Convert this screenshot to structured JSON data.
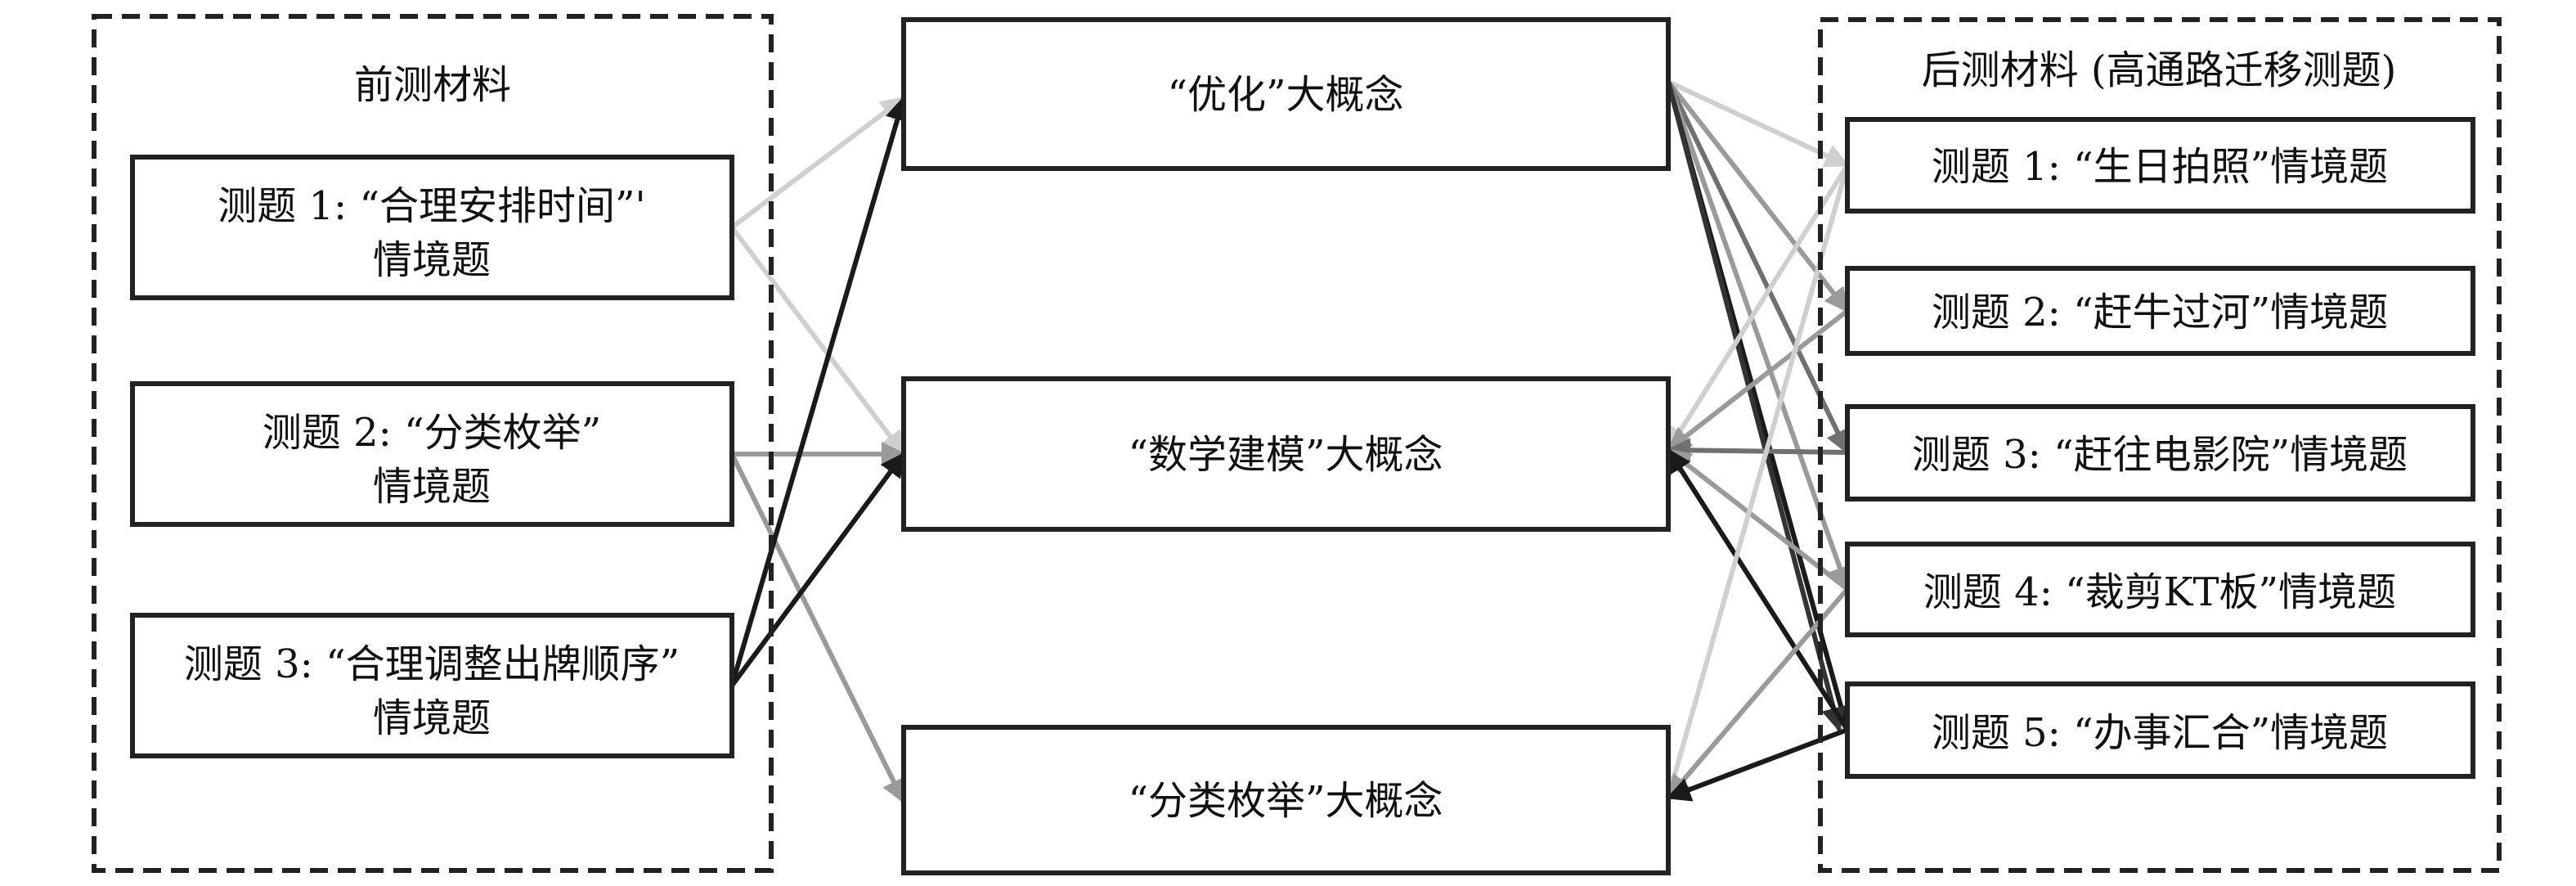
{
  "pretest": {
    "title": "前测材料",
    "items": [
      {
        "id": "L1",
        "line1": "测题 1: “合理安排时间”'",
        "line2": "情境题"
      },
      {
        "id": "L2",
        "line1": "测题 2: “分类枚举”",
        "line2": "情境题"
      },
      {
        "id": "L3",
        "line1": "测题 3: “合理调整出牌顺序”",
        "line2": "情境题"
      }
    ]
  },
  "concepts": [
    {
      "id": "A",
      "label": "“优化”大概念"
    },
    {
      "id": "B",
      "label": "“数学建模”大概念"
    },
    {
      "id": "C",
      "label": "“分类枚举”大概念"
    }
  ],
  "posttest": {
    "title": "后测材料 (高通路迁移测题)",
    "items": [
      {
        "id": "R1",
        "label": "测题 1: “生日拍照”情境题"
      },
      {
        "id": "R2",
        "label": "测题 2: “赶牛过河”情境题"
      },
      {
        "id": "R3",
        "label": "测题 3: “赶往电影院”情境题"
      },
      {
        "id": "R4",
        "label": "测题 4: “裁剪KT板”情境题"
      },
      {
        "id": "R5",
        "label": "测题 5: “办事汇合”情境题"
      }
    ]
  },
  "connections": [
    {
      "from": "L1",
      "to": "A",
      "color": "#cfcfcf"
    },
    {
      "from": "L1",
      "to": "B",
      "color": "#cfcfcf"
    },
    {
      "from": "L2",
      "to": "B",
      "color": "#9a9a9a"
    },
    {
      "from": "L2",
      "to": "C",
      "color": "#9a9a9a"
    },
    {
      "from": "L3",
      "to": "A",
      "color": "#1a1a1a"
    },
    {
      "from": "L3",
      "to": "B",
      "color": "#1a1a1a"
    },
    {
      "from": "A",
      "to": "R1",
      "color": "#cfcfcf"
    },
    {
      "from": "A",
      "to": "R2",
      "color": "#9a9a9a"
    },
    {
      "from": "A",
      "to": "R3",
      "color": "#707070"
    },
    {
      "from": "A",
      "to": "R4",
      "color": "#9a9a9a"
    },
    {
      "from": "A",
      "to": "R5",
      "color": "#1a1a1a"
    },
    {
      "from": "A",
      "to": "R5",
      "color": "#333333"
    },
    {
      "from": "R1",
      "to": "B",
      "color": "#cfcfcf"
    },
    {
      "from": "R2",
      "to": "B",
      "color": "#9a9a9a"
    },
    {
      "from": "R3",
      "to": "B",
      "color": "#707070"
    },
    {
      "from": "R4",
      "to": "B",
      "color": "#9a9a9a"
    },
    {
      "from": "R5",
      "to": "B",
      "color": "#1a1a1a"
    },
    {
      "from": "R1",
      "to": "C",
      "color": "#cfcfcf"
    },
    {
      "from": "R4",
      "to": "C",
      "color": "#9a9a9a"
    },
    {
      "from": "R5",
      "to": "C",
      "color": "#1a1a1a"
    }
  ]
}
